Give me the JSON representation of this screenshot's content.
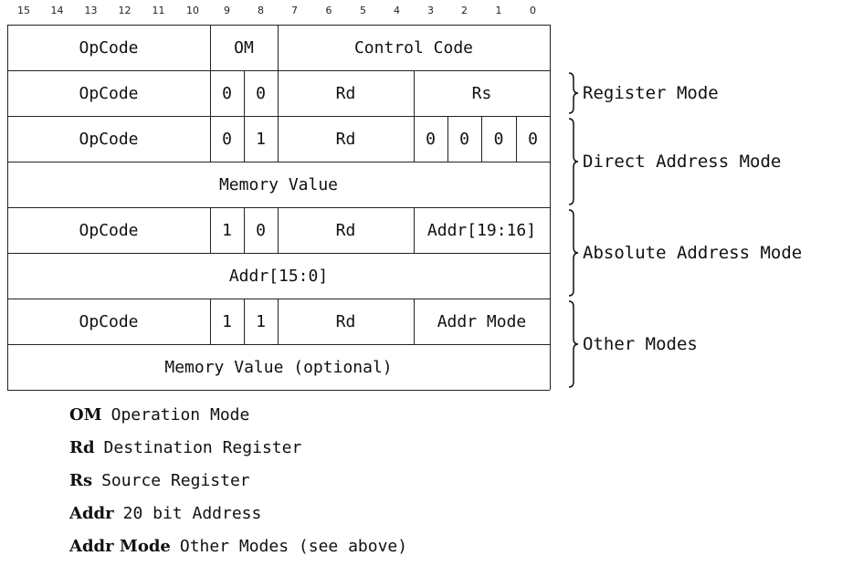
{
  "bit_numbers": [
    "15",
    "14",
    "13",
    "12",
    "11",
    "10",
    "9",
    "8",
    "7",
    "6",
    "5",
    "4",
    "3",
    "2",
    "1",
    "0"
  ],
  "rows": [
    [
      {
        "text": "OpCode",
        "bits": [
          15,
          10
        ]
      },
      {
        "text": "OM",
        "bits": [
          9,
          8
        ]
      },
      {
        "text": "Control Code",
        "bits": [
          7,
          0
        ]
      }
    ],
    [
      {
        "text": "OpCode",
        "bits": [
          15,
          10
        ]
      },
      {
        "text": "0",
        "bits": [
          9,
          9
        ]
      },
      {
        "text": "0",
        "bits": [
          8,
          8
        ]
      },
      {
        "text": "Rd",
        "bits": [
          7,
          4
        ]
      },
      {
        "text": "Rs",
        "bits": [
          3,
          0
        ]
      }
    ],
    [
      {
        "text": "OpCode",
        "bits": [
          15,
          10
        ]
      },
      {
        "text": "0",
        "bits": [
          9,
          9
        ]
      },
      {
        "text": "1",
        "bits": [
          8,
          8
        ]
      },
      {
        "text": "Rd",
        "bits": [
          7,
          4
        ]
      },
      {
        "text": "0",
        "bits": [
          3,
          3
        ]
      },
      {
        "text": "0",
        "bits": [
          2,
          2
        ]
      },
      {
        "text": "0",
        "bits": [
          1,
          1
        ]
      },
      {
        "text": "0",
        "bits": [
          0,
          0
        ]
      }
    ],
    [
      {
        "text": "Memory Value",
        "bits": [
          15,
          0
        ]
      }
    ],
    [
      {
        "text": "OpCode",
        "bits": [
          15,
          10
        ]
      },
      {
        "text": "1",
        "bits": [
          9,
          9
        ]
      },
      {
        "text": "0",
        "bits": [
          8,
          8
        ]
      },
      {
        "text": "Rd",
        "bits": [
          7,
          4
        ]
      },
      {
        "text": "Addr[19:16]",
        "bits": [
          3,
          0
        ]
      }
    ],
    [
      {
        "text": "Addr[15:0]",
        "bits": [
          15,
          0
        ]
      }
    ],
    [
      {
        "text": "OpCode",
        "bits": [
          15,
          10
        ]
      },
      {
        "text": "1",
        "bits": [
          9,
          9
        ]
      },
      {
        "text": "1",
        "bits": [
          8,
          8
        ]
      },
      {
        "text": "Rd",
        "bits": [
          7,
          4
        ]
      },
      {
        "text": "Addr Mode",
        "bits": [
          3,
          0
        ]
      }
    ],
    [
      {
        "text": "Memory Value (optional)",
        "bits": [
          15,
          0
        ]
      }
    ]
  ],
  "modes": [
    {
      "label": "Register Mode",
      "rows": [
        1,
        1
      ]
    },
    {
      "label": "Direct Address Mode",
      "rows": [
        2,
        3
      ]
    },
    {
      "label": "Absolute Address Mode",
      "rows": [
        4,
        5
      ]
    },
    {
      "label": "Other Modes",
      "rows": [
        6,
        7
      ]
    }
  ],
  "legend": [
    {
      "key": "OM",
      "desc": "Operation Mode"
    },
    {
      "key": "Rd",
      "desc": "Destination Register"
    },
    {
      "key": "Rs",
      "desc": "Source Register"
    },
    {
      "key": "Addr",
      "desc": "20 bit Address"
    },
    {
      "key": "Addr Mode",
      "desc": "Other Modes (see above)"
    }
  ]
}
